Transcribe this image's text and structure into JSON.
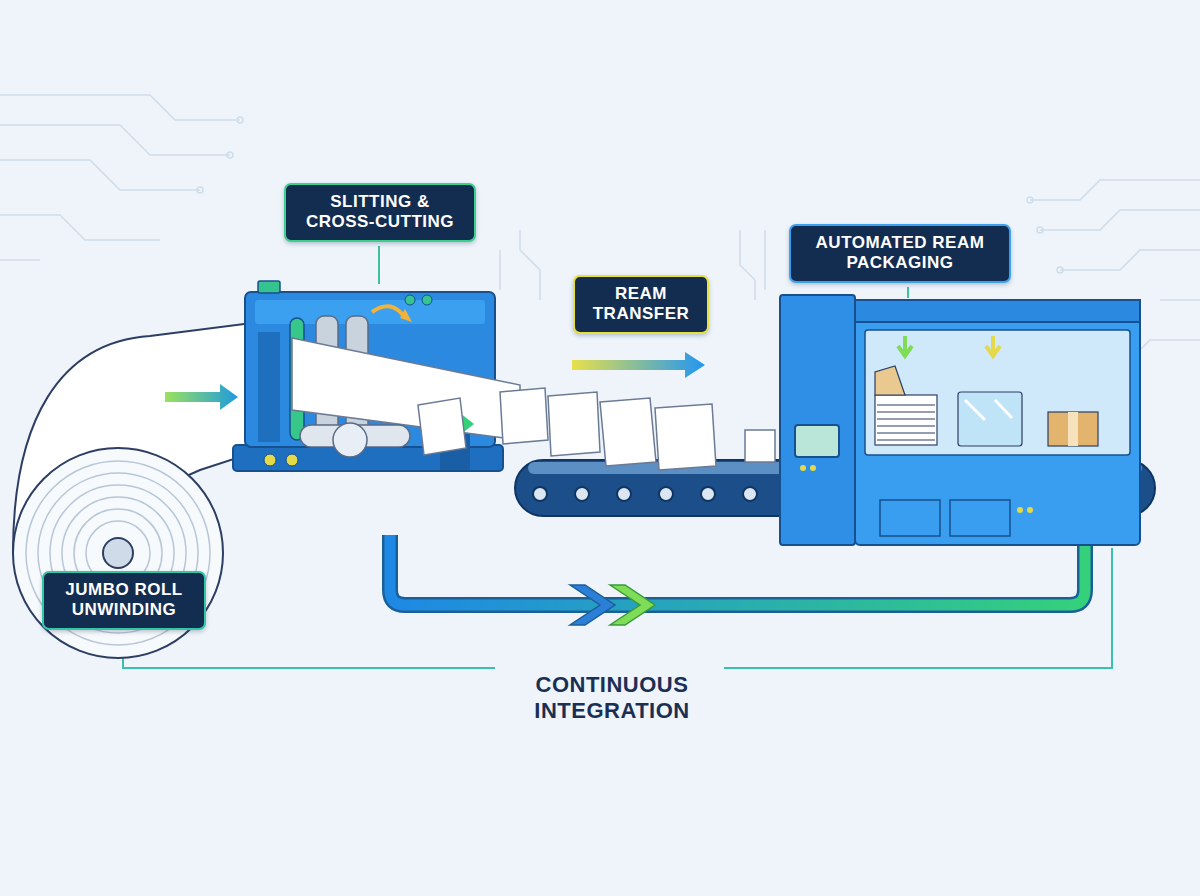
{
  "diagram": {
    "nodes": [
      {
        "text": [
          "SLITTING & CROSS-CUTTING"
        ]
      },
      {
        "text": [
          "AUTOMATED REAM PACKAGING"
        ]
      },
      {
        "text": [
          "REAM TRANSFER"
        ]
      },
      {
        "text": [
          "JUMBO ROLL UNWINDING"
        ]
      }
    ],
    "labels": [
      "CONTINUOUS INTEGRATION"
    ]
  }
}
